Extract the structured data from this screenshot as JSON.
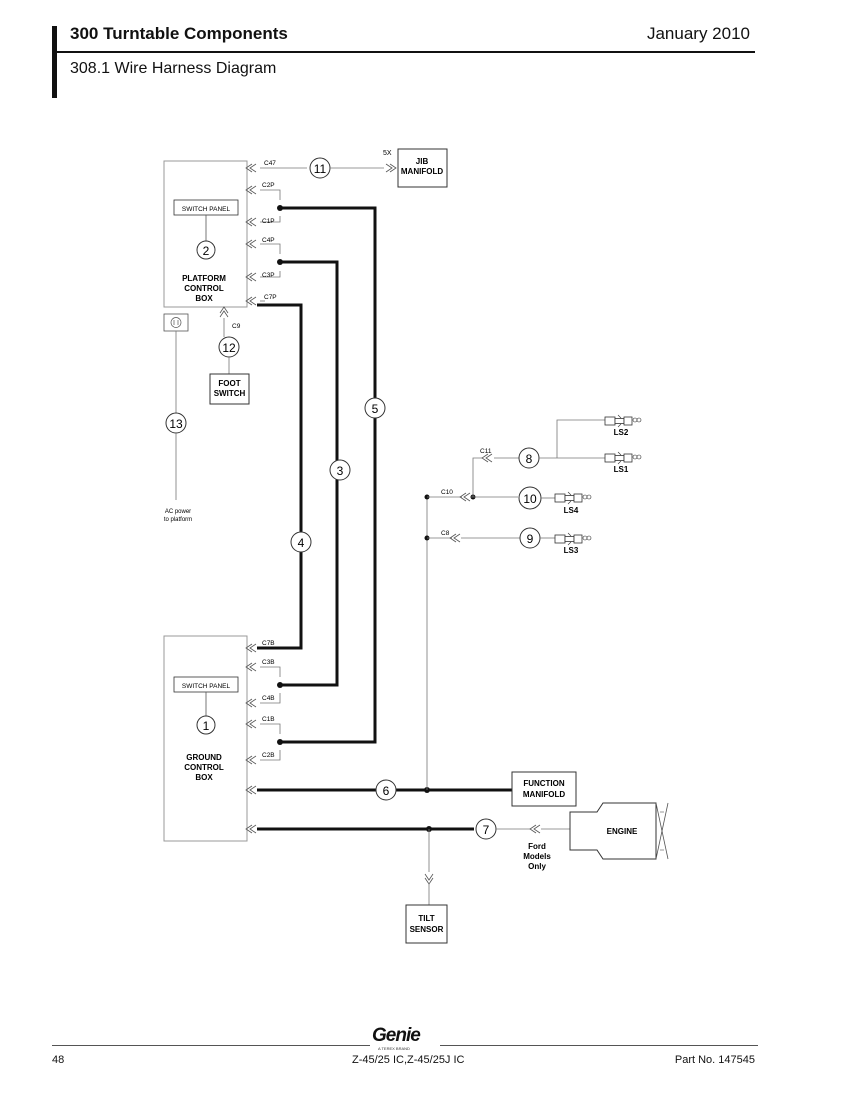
{
  "header": {
    "title": "300 Turntable Components",
    "date": "January 2010",
    "subtitle": "308.1 Wire Harness Diagram"
  },
  "components": {
    "jib_manifold": [
      "JIB",
      "MANIFOLD"
    ],
    "platform_box": [
      "PLATFORM",
      "CONTROL",
      "BOX"
    ],
    "ground_box": [
      "GROUND",
      "CONTROL",
      "BOX"
    ],
    "switch_panel": "SWITCH PANEL",
    "foot_switch": [
      "FOOT",
      "SWITCH"
    ],
    "function_manifold": [
      "FUNCTION",
      "MANIFOLD"
    ],
    "engine": "ENGINE",
    "tilt_sensor": [
      "TILT",
      "SENSOR"
    ],
    "ac_power": [
      "AC power",
      "to platform"
    ],
    "ford_note": [
      "Ford",
      "Models",
      "Only"
    ],
    "multiplier": "5X"
  },
  "connectors": {
    "platform": [
      "C47",
      "C2P",
      "C1P",
      "C4P",
      "C3P",
      "C7P"
    ],
    "ground": [
      "C7B",
      "C3B",
      "C4B",
      "C1B",
      "C2B"
    ],
    "c9": "C9",
    "c11": "C11",
    "c10": "C10",
    "c8": "C8"
  },
  "harness_numbers": {
    "n1": "1",
    "n2": "2",
    "n3": "3",
    "n4": "4",
    "n5": "5",
    "n6": "6",
    "n7": "7",
    "n8": "8",
    "n9": "9",
    "n10": "10",
    "n11": "11",
    "n12": "12",
    "n13": "13"
  },
  "limit_switches": {
    "ls1": "LS1",
    "ls2": "LS2",
    "ls3": "LS3",
    "ls4": "LS4"
  },
  "footer": {
    "page": "48",
    "logo": "Genie",
    "logo_tagline": "A TEREX BRAND",
    "model": "Z-45/25 IC,Z-45/25J IC",
    "part": "Part No. 147545"
  }
}
